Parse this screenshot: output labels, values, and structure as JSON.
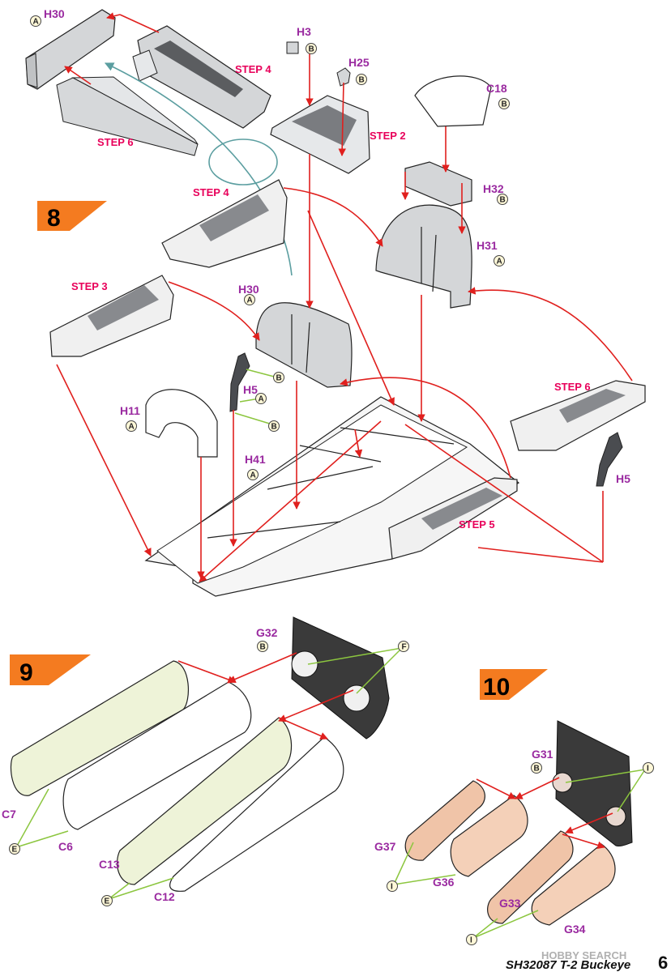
{
  "steps": {
    "s8": "8",
    "s9": "9",
    "s10": "10"
  },
  "step_refs": {
    "step4_top": "STEP 4",
    "step6_top": "STEP 6",
    "step2": "STEP 2",
    "step4_mid": "STEP 4",
    "step3": "STEP 3",
    "step6_right": "STEP 6",
    "step5": "STEP 5"
  },
  "parts": {
    "h30_top": "H30",
    "h3": "H3",
    "h25": "H25",
    "c18": "C18",
    "h32": "H32",
    "h31": "H31",
    "h30_mid": "H30",
    "h5_left": "H5",
    "h11": "H11",
    "h41": "H41",
    "h5_right": "H5",
    "g32": "G32",
    "c7": "C7",
    "c6": "C6",
    "c13": "C13",
    "c12": "C12",
    "g31": "G31",
    "g37": "G37",
    "g36": "G36",
    "g33": "G33",
    "g34": "G34"
  },
  "paint": {
    "a": "A",
    "b": "B",
    "e": "E",
    "f": "F",
    "i": "I"
  },
  "footer": {
    "code": "SH32087 T-2 Buckeye",
    "page": "6",
    "watermark": "HOBBY SEARCH"
  },
  "colors": {
    "arrow": "#e0201e",
    "leader": "#8cc63f",
    "part_label": "#9a2aa0",
    "step_label": "#e8005a",
    "step_flag": "#f47b20",
    "panel_gray": "#d4d6d8",
    "intake_green": "#eef3d8",
    "exhaust_pink": "#f0c4a8",
    "bulkhead": "#3a3a3a"
  },
  "icons": [
    "paint-drop-icon",
    "step-flag-icon",
    "rotate-arrow-icon"
  ]
}
